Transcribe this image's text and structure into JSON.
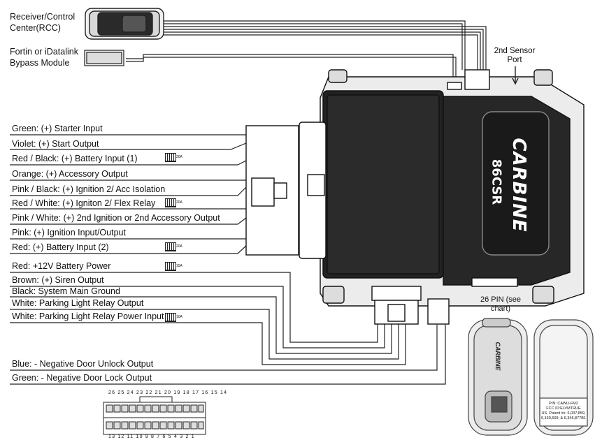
{
  "top_labels": {
    "rcc": "Receiver/Control Center(RCC)",
    "bypass": "Fortin or iDatalink Bypass Module",
    "sensor": "2nd Sensor Port",
    "pin26": "26 PIN (see chart)"
  },
  "wires_left": [
    {
      "label": "Green: (+) Starter Input"
    },
    {
      "label": "Violet: (+) Start Output"
    },
    {
      "label": "Red / Black: (+) Battery Input (1)",
      "fuse": "20A"
    },
    {
      "label": "Orange: (+) Accessory Output"
    },
    {
      "label": "Pink / Black: (+) Ignition 2/ Acc Isolation"
    },
    {
      "label": "Red / White: (+) Igniton 2/ Flex Relay",
      "fuse": "20A"
    },
    {
      "label": "Pink / White: (+) 2nd Ignition or 2nd Accessory Output"
    },
    {
      "label": "Pink: (+) Ignition Input/Output"
    },
    {
      "label": "Red: (+) Battery Input (2)",
      "fuse": "20A"
    }
  ],
  "wires_bottom": [
    {
      "label": "Red: +12V Battery Power",
      "fuse": "15A"
    },
    {
      "label": "Brown: (+) Siren Output"
    },
    {
      "label": "Black: System Main Ground"
    },
    {
      "label": "White: Parking Light Relay Output"
    },
    {
      "label": "White: Parking Light Relay Power Input",
      "fuse": "10A"
    },
    {
      "label": "Blue: - Negative Door Unlock Output"
    },
    {
      "label": "Green: - Negative Door Lock Output"
    }
  ],
  "brand": {
    "name": "CARBINE",
    "model": "86CSR"
  },
  "pin_top": "26 25 24 23 22 21 20 19 18 17 16 15 14",
  "pin_bottom": "13 12 11 10 9 8 7 6 5 4 3 2 1",
  "remote": {
    "brand": "CARBINE",
    "label_lines": [
      "P/N: CAWU-FM2",
      "FCC ID:ELVMTRUE",
      "US. Patent #s: 6,037,859,",
      "6,160,509; & 6,346,877B1"
    ]
  }
}
